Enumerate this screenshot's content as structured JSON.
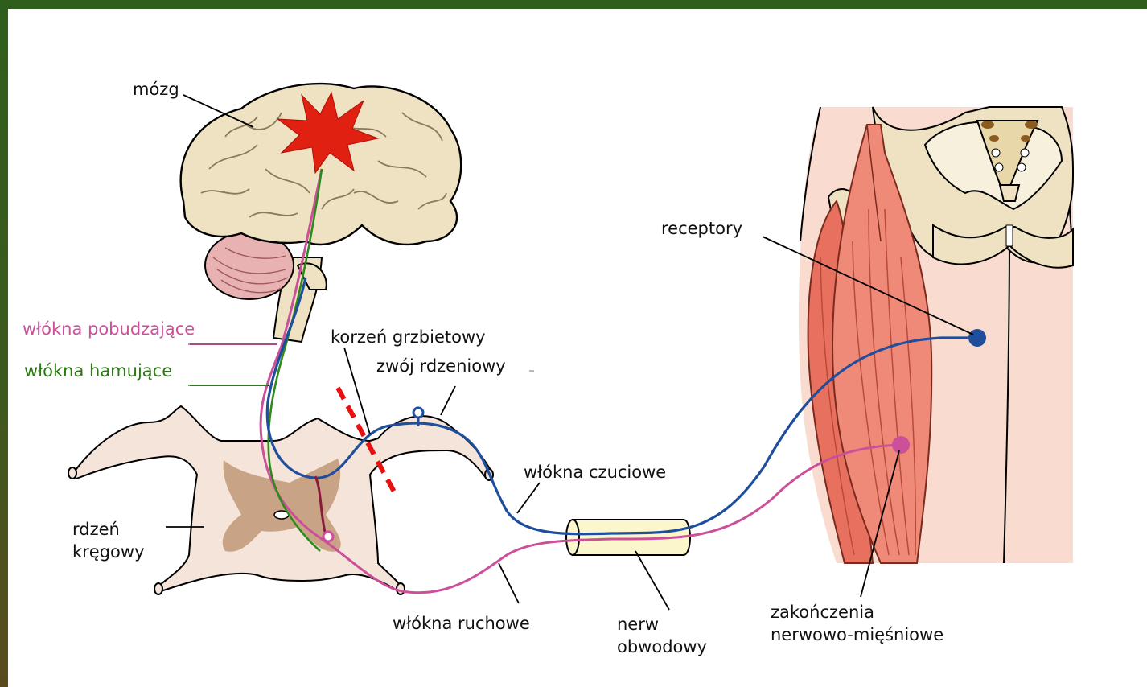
{
  "labels": {
    "brain": "mózg",
    "excitatory": "włókna pobudzające",
    "inhibitory": "włókna hamujące",
    "dorsal_root": "korzeń grzbietowy",
    "ganglion": "zwój rdzeniowy",
    "sensory": "włókna czuciowe",
    "spinal_cord_1": "rdzeń",
    "spinal_cord_2": "kręgowy",
    "motor": "włókna ruchowe",
    "nerve_1": "nerw",
    "nerve_2": "obwodowy",
    "receptors": "receptory",
    "nmj_1": "zakończenia",
    "nmj_2": "nerwowo-mięśniowe"
  },
  "colors": {
    "sensory_fiber": "#1f4e9c",
    "excitatory_fiber": "#d0509c",
    "inhibitory_fiber": "#2e8a1a",
    "injury_marker": "#e81010",
    "brain_lesion": "#e02010",
    "excitatory_label": "#cc4f9a",
    "inhibitory_label": "#2a7a12"
  }
}
